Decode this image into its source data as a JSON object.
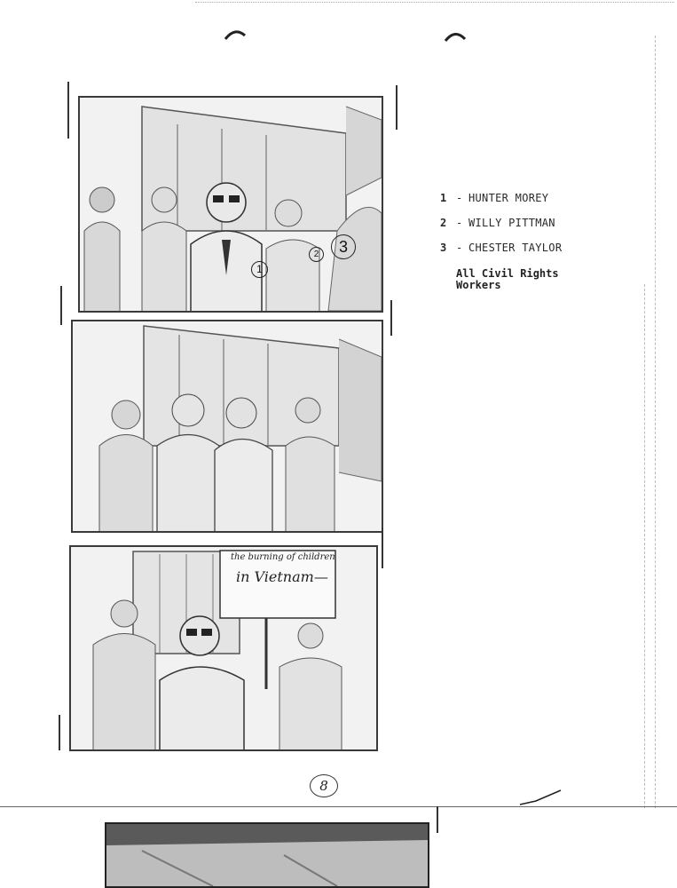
{
  "captions": [
    {
      "number": "1",
      "name": "HUNTER MOREY"
    },
    {
      "number": "2",
      "name": "WILLY PITTMAN"
    },
    {
      "number": "3",
      "name": "CHESTER TAYLOR"
    }
  ],
  "caption_separator": "-",
  "caption_note": "All Civil Rights Workers",
  "photo_marks": {
    "mark_1": "1",
    "mark_2": "2",
    "mark_3": "3"
  },
  "sign": {
    "line1": "the burning of children",
    "line2": "in Vietnam—"
  },
  "page_number": "8"
}
